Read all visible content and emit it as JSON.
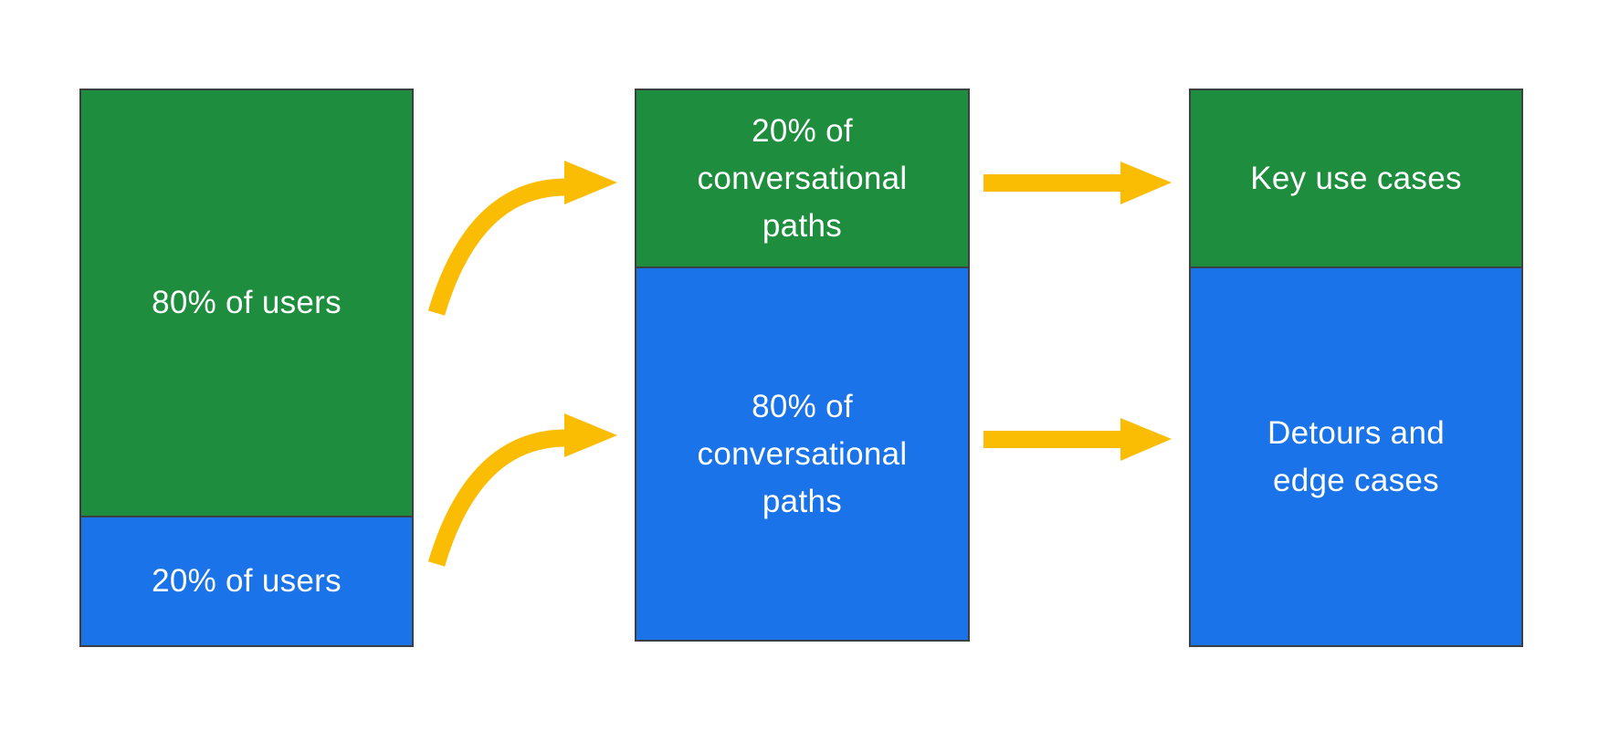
{
  "colors": {
    "green": "#1e8e3e",
    "blue": "#1a73e8",
    "yellow": "#fbbc04",
    "border": "#3c4043",
    "label_text": "#ffffff",
    "background": "#ffffff"
  },
  "columns": [
    {
      "id": "users",
      "segments": [
        {
          "color": "green",
          "share": "80%",
          "label": "80% of users"
        },
        {
          "color": "blue",
          "share": "20%",
          "label": "20% of users"
        }
      ]
    },
    {
      "id": "conversational-paths",
      "segments": [
        {
          "color": "green",
          "share": "20%",
          "label": "20% of\nconversational\npaths"
        },
        {
          "color": "blue",
          "share": "80%",
          "label": "80% of\nconversational\npaths"
        }
      ]
    },
    {
      "id": "outcomes",
      "segments": [
        {
          "color": "green",
          "label": "Key use cases"
        },
        {
          "color": "blue",
          "label": "Detours and\nedge cases"
        }
      ]
    }
  ],
  "arrows": [
    {
      "id": "curved-top",
      "style": "curved",
      "from": "users-green",
      "to": "conversational-paths-green"
    },
    {
      "id": "curved-bottom",
      "style": "curved",
      "from": "users-blue",
      "to": "conversational-paths-blue"
    },
    {
      "id": "straight-top",
      "style": "straight",
      "from": "conversational-paths-green",
      "to": "outcomes-green"
    },
    {
      "id": "straight-bottom",
      "style": "straight",
      "from": "conversational-paths-blue",
      "to": "outcomes-blue"
    }
  ]
}
